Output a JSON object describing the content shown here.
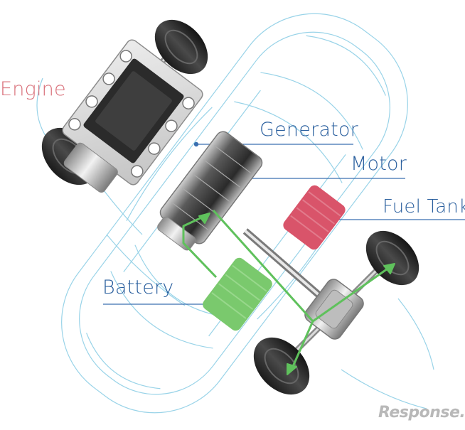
{
  "labels": {
    "engine": "Engine",
    "generator": "Generator",
    "motor": "Motor",
    "fuel_tank": "Fuel Tank",
    "battery": "Battery"
  },
  "watermark": "Response.",
  "colors": {
    "engine_label": "#d9707a",
    "blue_label": "#2a5f9e",
    "leader_line": "#3a6fb0",
    "car_outline": "#8ecfe6",
    "battery": "#7ac96d",
    "fuel_tank": "#d9546a",
    "flow_arrow": "#5fc15c",
    "watermark": "#b8b8b8"
  }
}
